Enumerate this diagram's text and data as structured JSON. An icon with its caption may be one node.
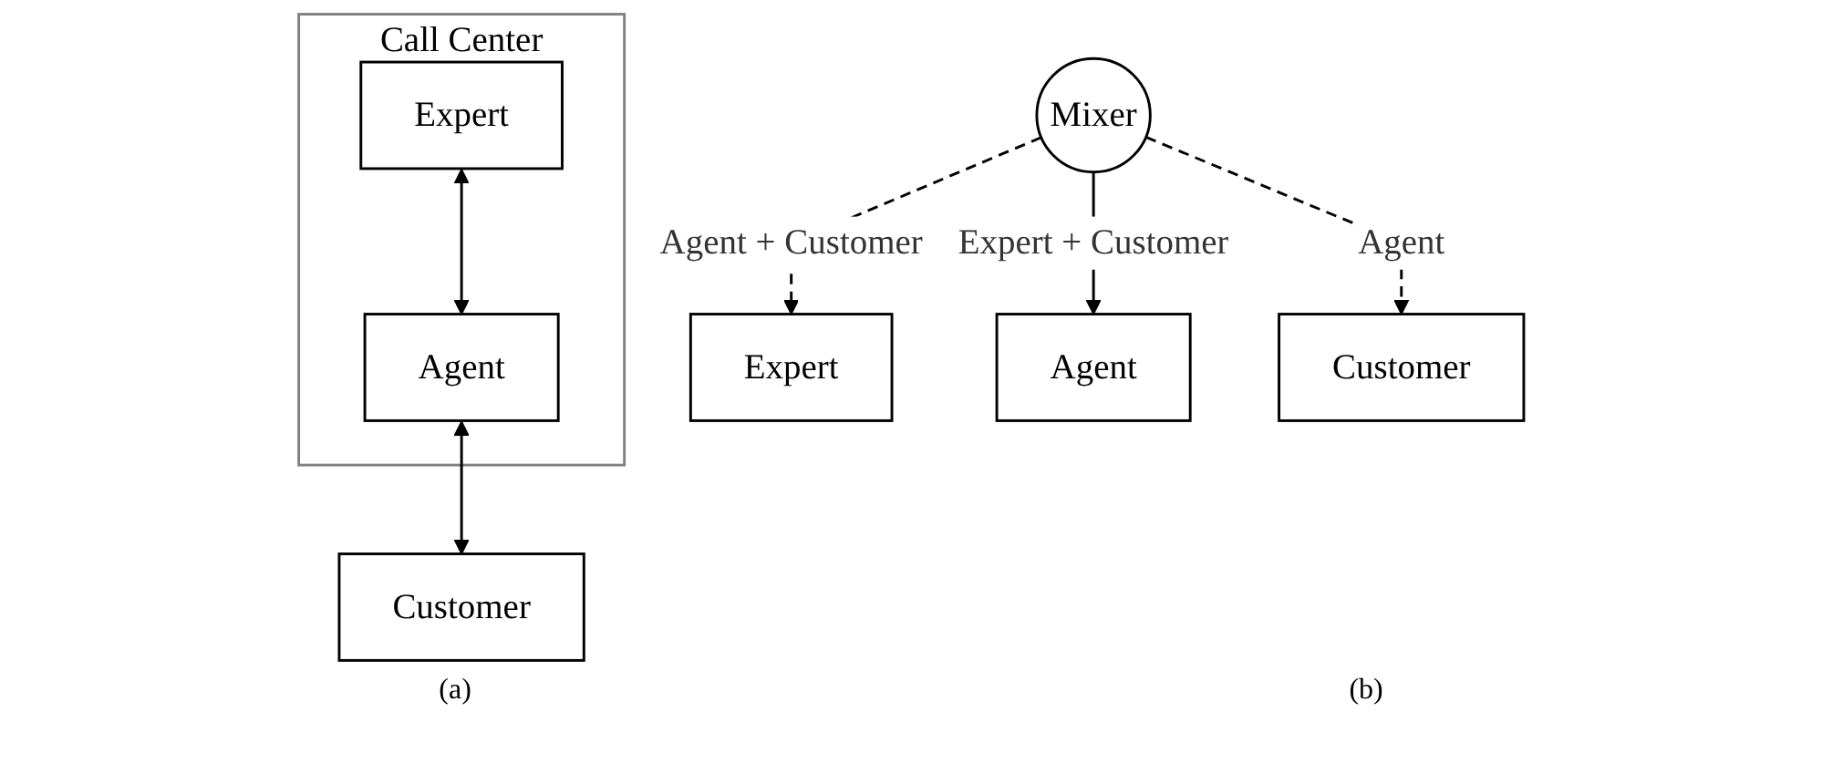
{
  "diagram": {
    "nodes": [
      {
        "text": [
          "Call Center"
        ]
      },
      {
        "text": [
          "Expert"
        ],
        "in": 0
      },
      {
        "text": [
          "Agent"
        ],
        "in": 0
      },
      {
        "text": [
          "Customer"
        ]
      },
      {
        "text": [
          "Mixer"
        ]
      },
      {
        "text": [
          "Expert"
        ]
      },
      {
        "text": [
          "Agent"
        ]
      },
      {
        "text": [
          "Customer"
        ]
      }
    ],
    "edges": [
      {
        "from": 1,
        "to": 2,
        "arrow": "both"
      },
      {
        "from": 2,
        "to": 3,
        "arrow": "both"
      },
      {
        "from": 4,
        "to": 5,
        "arrow": "to",
        "label": "Agent + Customer",
        "style": "dashed"
      },
      {
        "from": 4,
        "to": 6,
        "arrow": "to",
        "label": "Expert + Customer"
      },
      {
        "from": 4,
        "to": 7,
        "arrow": "to",
        "label": "Agent",
        "style": "dashed"
      }
    ],
    "labels": [
      "(a)",
      "(b)"
    ]
  }
}
